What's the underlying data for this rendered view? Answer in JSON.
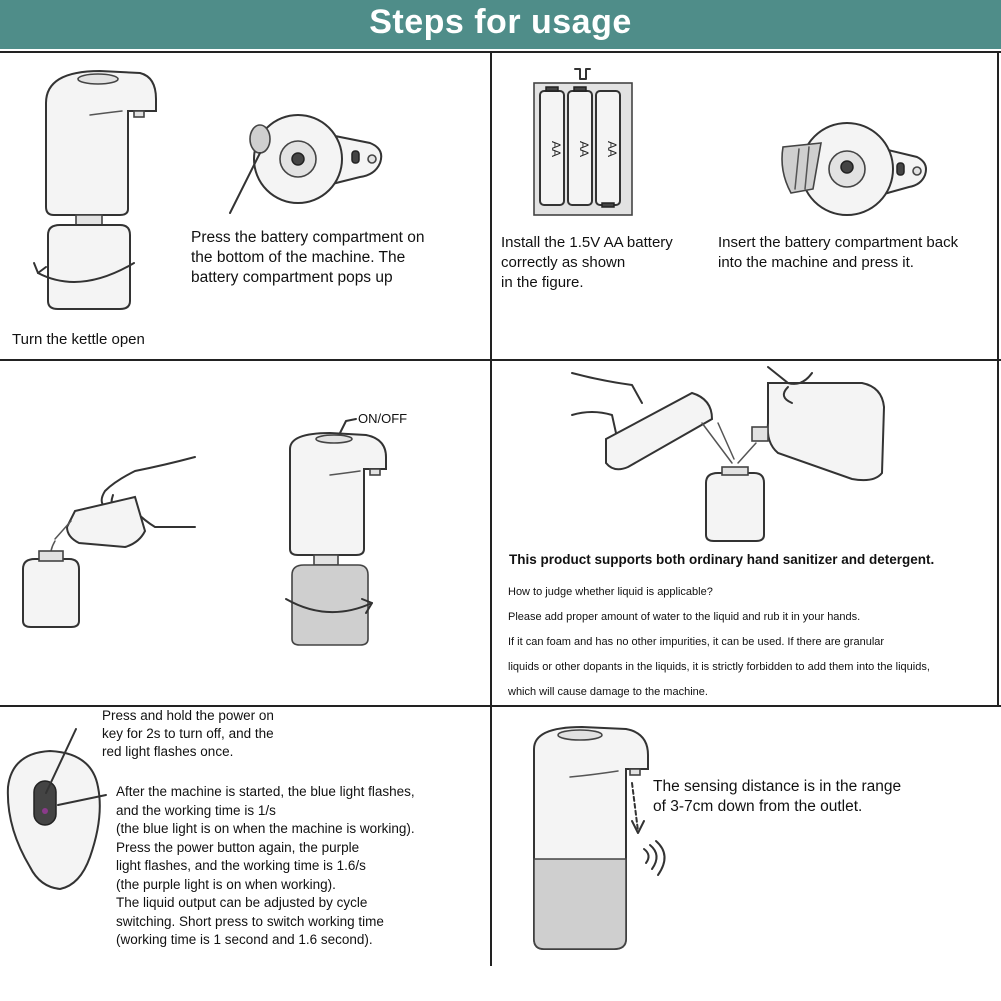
{
  "header": {
    "title": "Steps for usage",
    "color": "#4f8d89"
  },
  "steps": {
    "open": {
      "label": "Turn the kettle open"
    },
    "battery_press": {
      "text": "Press the battery compartment on\nthe bottom of the machine. The\nbattery compartment pops up"
    },
    "battery_install": {
      "text": "Install the 1.5V AA battery\ncorrectly as shown\nin the figure.",
      "cell_label": "AA"
    },
    "battery_insert": {
      "text": "Insert the battery compartment back\ninto the machine and press it."
    },
    "fill": {
      "switch_label": "ON/OFF"
    },
    "liquid": {
      "heading": "This product supports both ordinary hand sanitizer and detergent.",
      "line1": "How to judge whether liquid is applicable?",
      "line2": "Please add proper amount of water to the liquid and rub it in your hands.",
      "line3": "If it can foam and has no other impurities, it can be used. If there are granular",
      "line4": "liquids or other dopants in the liquids, it is strictly forbidden to add them into the liquids,",
      "line5": "which will cause damage to the machine."
    },
    "power": {
      "hold_text": "Press and hold the power on\nkey for 2s to turn off, and the\nred light flashes once.",
      "mode_text": "After the machine is started, the blue light flashes,\nand the working time is 1/s\n(the blue light is on when the machine is working).\nPress the power button again, the purple\nlight flashes, and the working time is 1.6/s\n(the purple light is on when working).\nThe liquid output can be adjusted by cycle\nswitching. Short press to switch working time\n(working time is 1 second and 1.6 second)."
    },
    "sensing": {
      "text": "The sensing distance is in the range\nof 3-7cm down from the outlet."
    }
  }
}
